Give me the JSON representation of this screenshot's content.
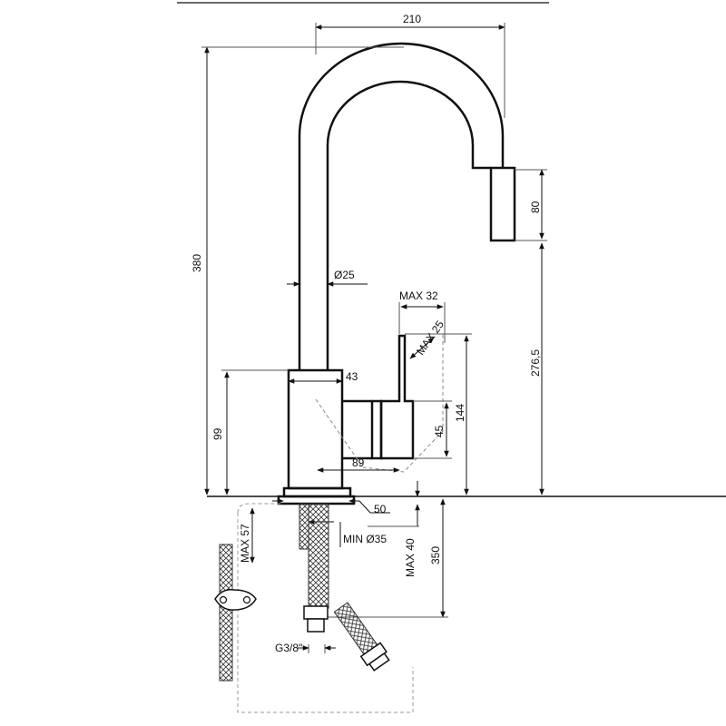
{
  "colors": {
    "line": "#111111",
    "background": "#ffffff",
    "extension": "#555555"
  },
  "dimensions": {
    "width_210": "210",
    "height_380": "380",
    "spray_80": "80",
    "diam_25": "Ø25",
    "max_32": "MAX 32",
    "max_25": "MAX 25",
    "height_276_5": "276,5",
    "base_43": "43",
    "height_144": "144",
    "height_99": "99",
    "lever_45": "45",
    "reach_89": "89",
    "base_50": "50",
    "max_57": "MAX 57",
    "min_35": "MIN Ø35",
    "max_40": "MAX 40",
    "hose_350": "350",
    "thread": "G3/8\""
  }
}
